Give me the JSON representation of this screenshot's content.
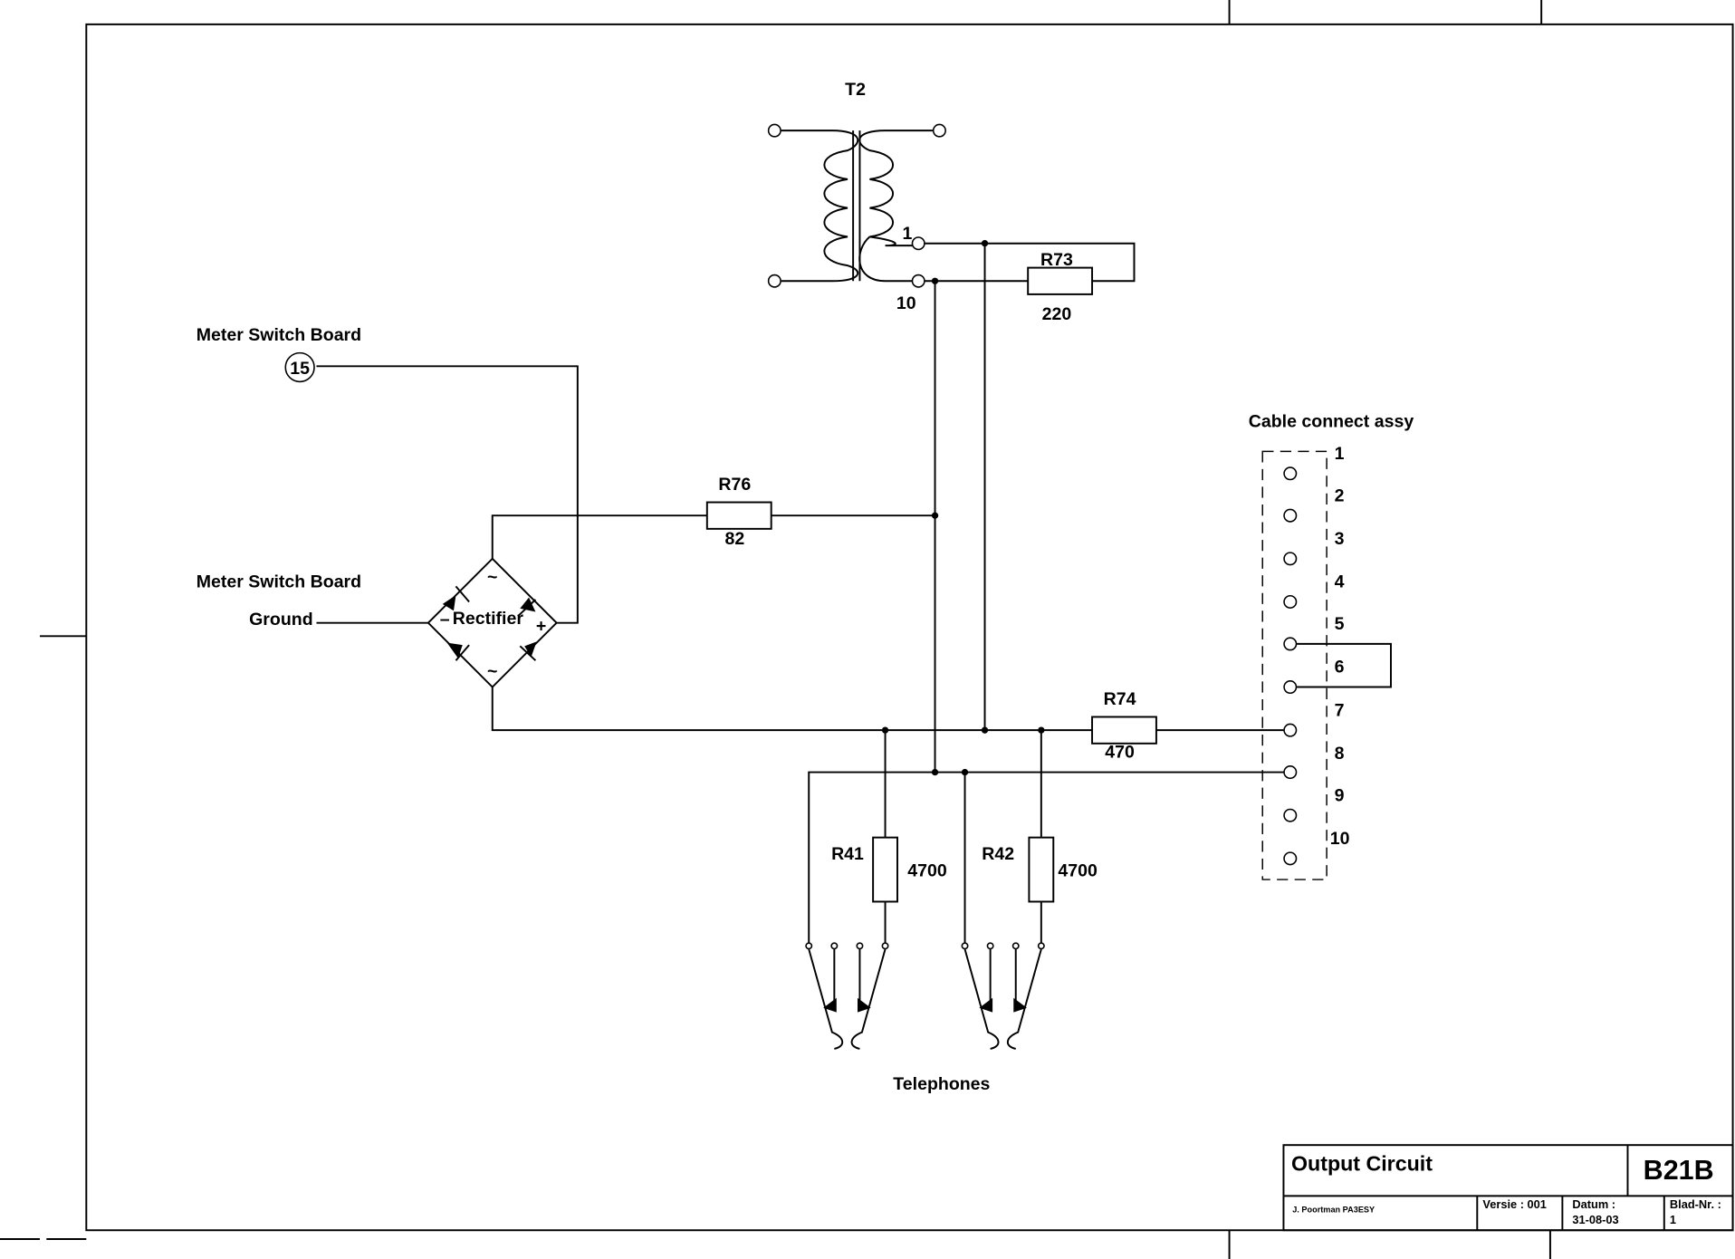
{
  "transformer": {
    "ref": "T2",
    "tap_top": "1",
    "tap_bottom": "10"
  },
  "resistors": [
    {
      "ref": "R73",
      "value": "220"
    },
    {
      "ref": "R76",
      "value": "82"
    },
    {
      "ref": "R74",
      "value": "470"
    },
    {
      "ref": "R41",
      "value": "4700"
    },
    {
      "ref": "R42",
      "value": "4700"
    }
  ],
  "labels": {
    "meter_switch_top": "Meter Switch Board",
    "meter_switch_pin": "15",
    "meter_switch_bottom": "Meter Switch Board",
    "ground": "Ground",
    "rectifier": "Rectifier",
    "rect_plus": "+",
    "rect_minus": "–",
    "rect_ac": "~",
    "cable_connect": "Cable connect assy",
    "telephones": "Telephones"
  },
  "connector_pins": [
    "1",
    "2",
    "3",
    "4",
    "5",
    "6",
    "7",
    "8",
    "9",
    "10"
  ],
  "title_block": {
    "title": "Output Circuit",
    "code": "B21B",
    "author": "J. Poortman   PA3ESY",
    "version_label": "Versie : 001",
    "date_label": "Datum :",
    "date_value": "31-08-03",
    "sheet_label": "Blad-Nr. :",
    "sheet_value": "1"
  }
}
